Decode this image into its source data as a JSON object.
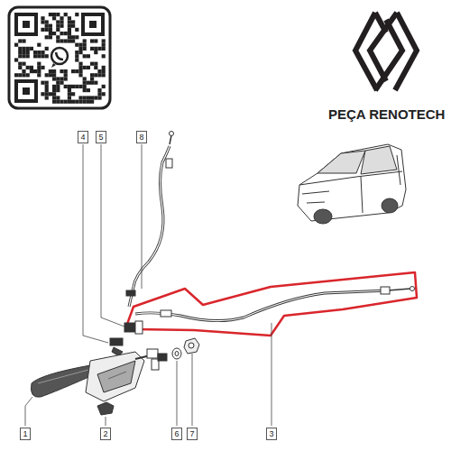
{
  "diagram": {
    "nodes": [
      {
        "text": [
          "4"
        ]
      },
      {
        "text": [
          "5"
        ]
      },
      {
        "text": [
          "8"
        ]
      },
      {
        "text": [
          "1"
        ]
      },
      {
        "text": [
          "2"
        ]
      },
      {
        "text": [
          "6"
        ]
      },
      {
        "text": [
          "7"
        ]
      },
      {
        "text": [
          "3"
        ]
      }
    ],
    "labels": [
      "PEÇA RENOTECH"
    ]
  }
}
